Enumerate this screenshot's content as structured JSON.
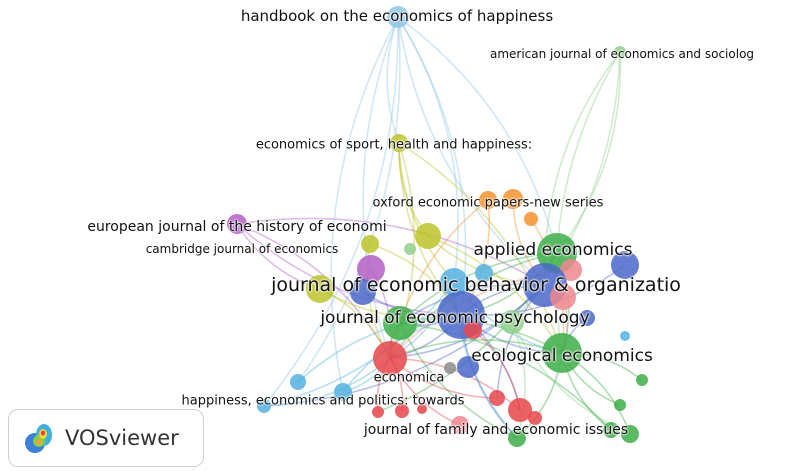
{
  "app": {
    "name": "VOSviewer",
    "logo_icon": "vosviewer-heatmap-logo-icon"
  },
  "network": {
    "labels": [
      {
        "id": "handbook",
        "text": "handbook on the economics of happiness"
      },
      {
        "id": "ajes",
        "text": "american journal of economics and sociolog"
      },
      {
        "id": "sport",
        "text": "economics of sport, health and happiness:"
      },
      {
        "id": "oxford",
        "text": "oxford economic papers-new series"
      },
      {
        "id": "ejhet",
        "text": "european journal of the history of economi"
      },
      {
        "id": "cambridge",
        "text": "cambridge journal of economics"
      },
      {
        "id": "applied",
        "text": "applied economics"
      },
      {
        "id": "jebo",
        "text": "journal of economic behavior & organizatio"
      },
      {
        "id": "joep",
        "text": "journal of economic psychology"
      },
      {
        "id": "ecological",
        "text": "ecological economics"
      },
      {
        "id": "economica",
        "text": "economica"
      },
      {
        "id": "hep",
        "text": "happiness, economics and politics: towards"
      },
      {
        "id": "jfei",
        "text": "journal of family and economic issues"
      }
    ],
    "cluster_colors": {
      "red": "#e8474b",
      "green": "#3dae48",
      "blue": "#4a67c9",
      "yellow": "#bcc42a",
      "purple": "#b35fc4",
      "sky": "#53b2e0",
      "orange": "#f4902d",
      "pink": "#f0878e",
      "lightblue": "#8ec5e6",
      "lightgreen": "#8fd08a",
      "grey": "#8c8c8c"
    }
  }
}
